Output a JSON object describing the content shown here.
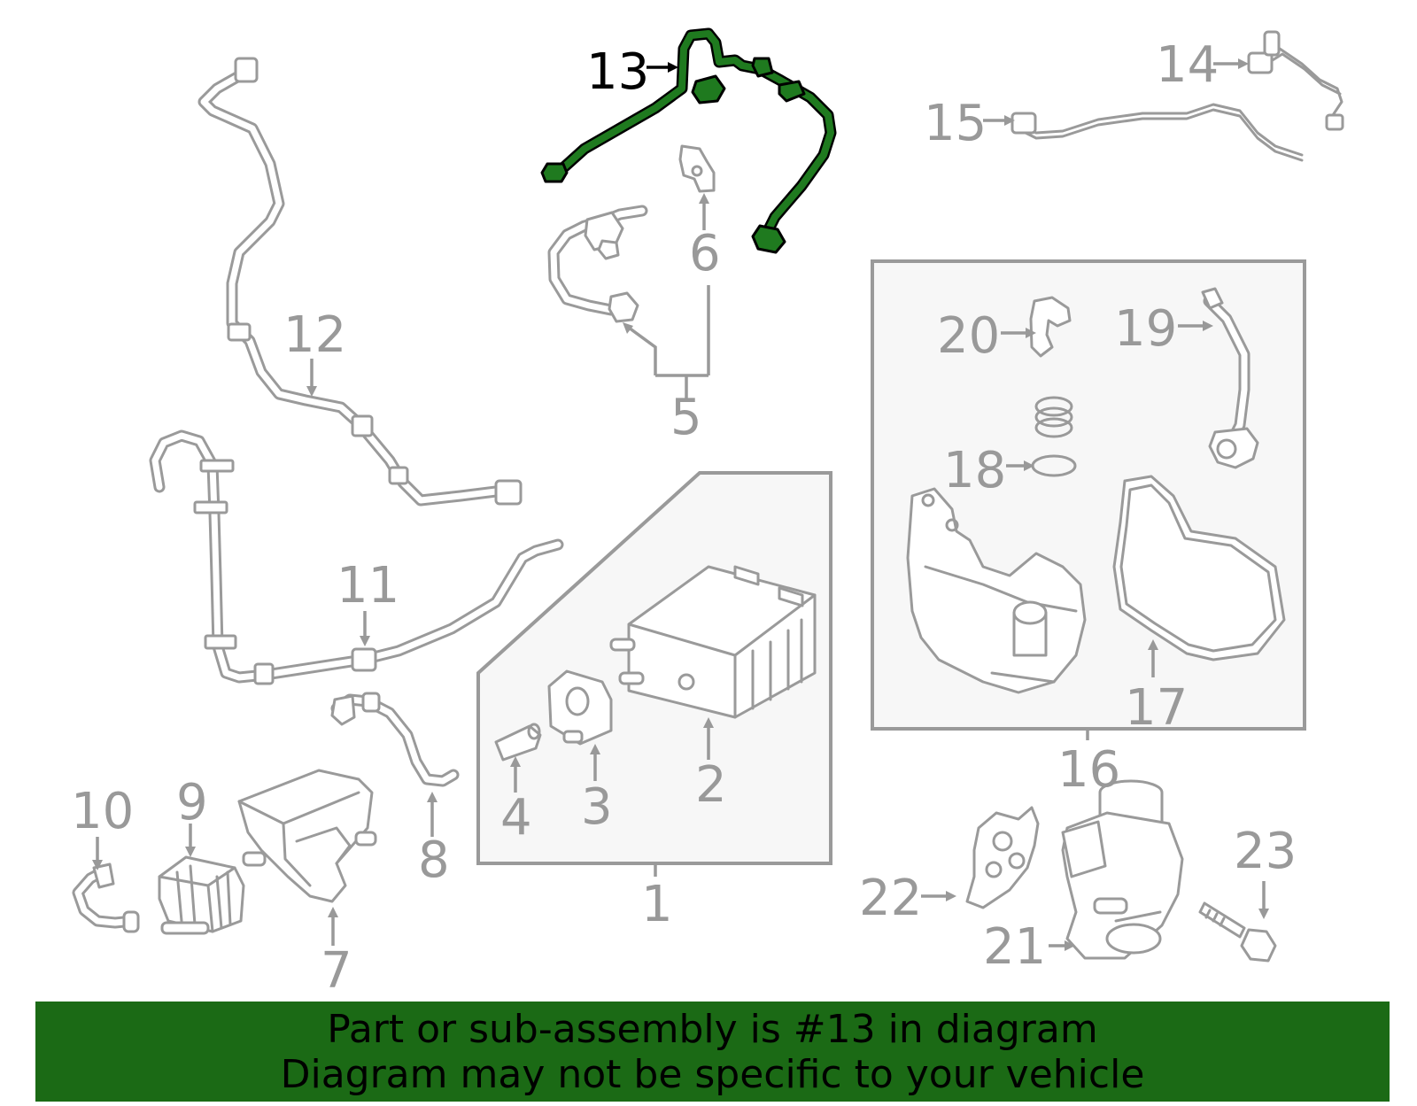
{
  "callouts": {
    "c1": "1",
    "c2": "2",
    "c3": "3",
    "c4": "4",
    "c5": "5",
    "c6": "6",
    "c7": "7",
    "c8": "8",
    "c9": "9",
    "c10": "10",
    "c11": "11",
    "c12": "12",
    "c13": "13",
    "c14": "14",
    "c15": "15",
    "c16": "16",
    "c17": "17",
    "c18": "18",
    "c19": "19",
    "c20": "20",
    "c21": "21",
    "c22": "22",
    "c23": "23"
  },
  "highlighted_part": "13",
  "colors": {
    "highlight": "#1f7a1f",
    "banner": "#1b6a15",
    "part_line": "#9a9a9a",
    "callout_text": "#999999"
  },
  "banner": {
    "line1": "Part or sub-assembly is #13 in diagram",
    "line2": "Diagram may not be specific to your vehicle"
  }
}
